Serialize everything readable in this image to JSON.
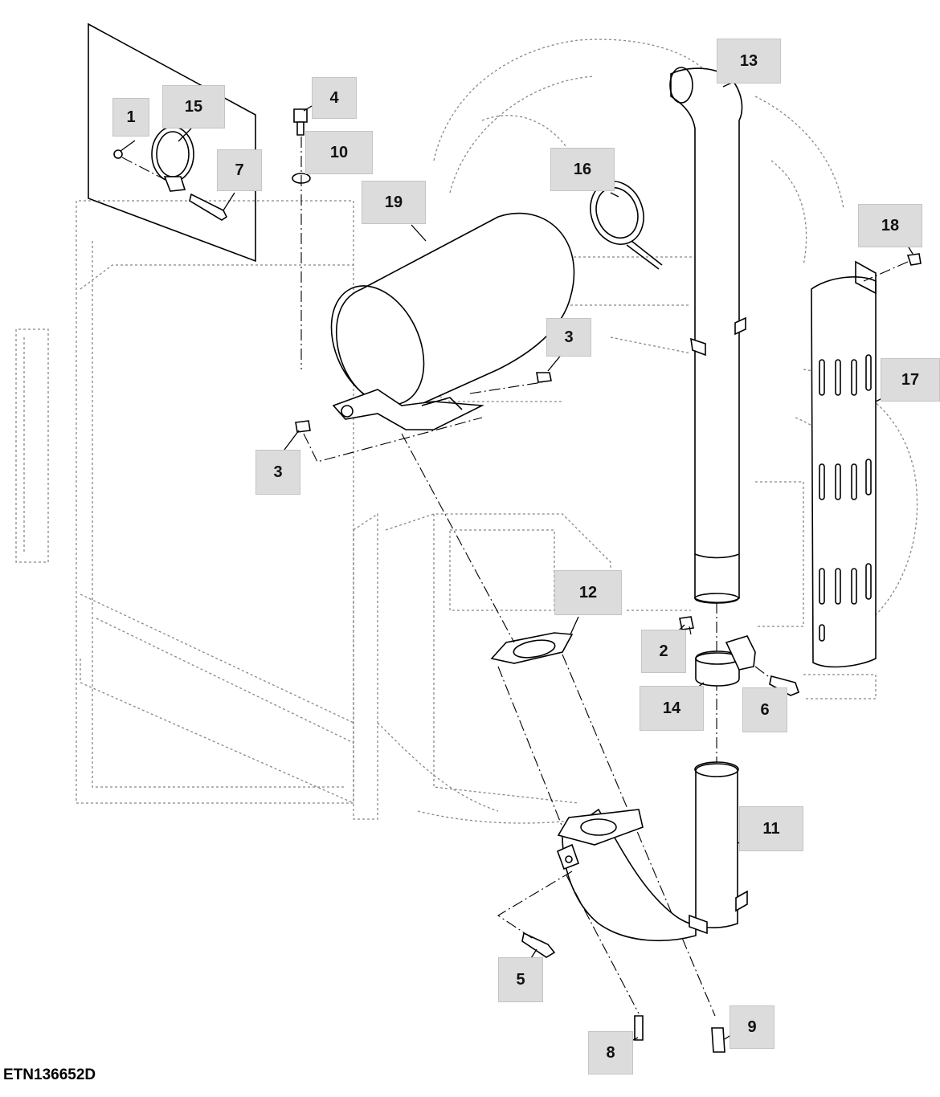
{
  "figure_id": "ETN136652D",
  "callouts": {
    "c1": "1",
    "c2": "2",
    "c3a": "3",
    "c3b": "3",
    "c4": "4",
    "c5": "5",
    "c6": "6",
    "c7": "7",
    "c8": "8",
    "c9": "9",
    "c10": "10",
    "c11": "11",
    "c12": "12",
    "c13": "13",
    "c14": "14",
    "c15": "15",
    "c16": "16",
    "c17": "17",
    "c18": "18",
    "c19": "19"
  }
}
